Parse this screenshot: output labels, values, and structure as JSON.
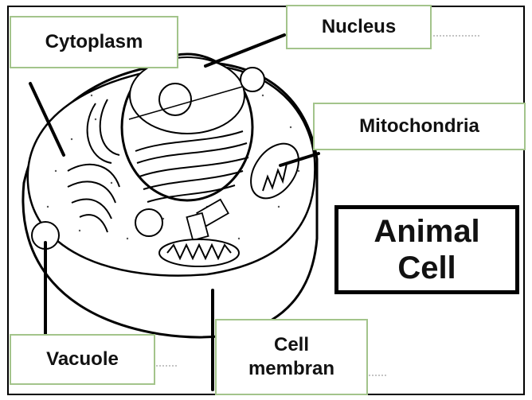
{
  "labels": {
    "cytoplasm": "Cytoplasm",
    "nucleus": "Nucleus",
    "mitochondria": "Mitochondria",
    "vacuole": "Vacuole",
    "cell_membrane_line1": "Cell",
    "cell_membrane_line2": "membran"
  },
  "title": {
    "line1": "Animal",
    "line2": "Cell"
  },
  "colors": {
    "label_border": "#a3c48b",
    "outline": "#000000",
    "background": "#ffffff"
  }
}
